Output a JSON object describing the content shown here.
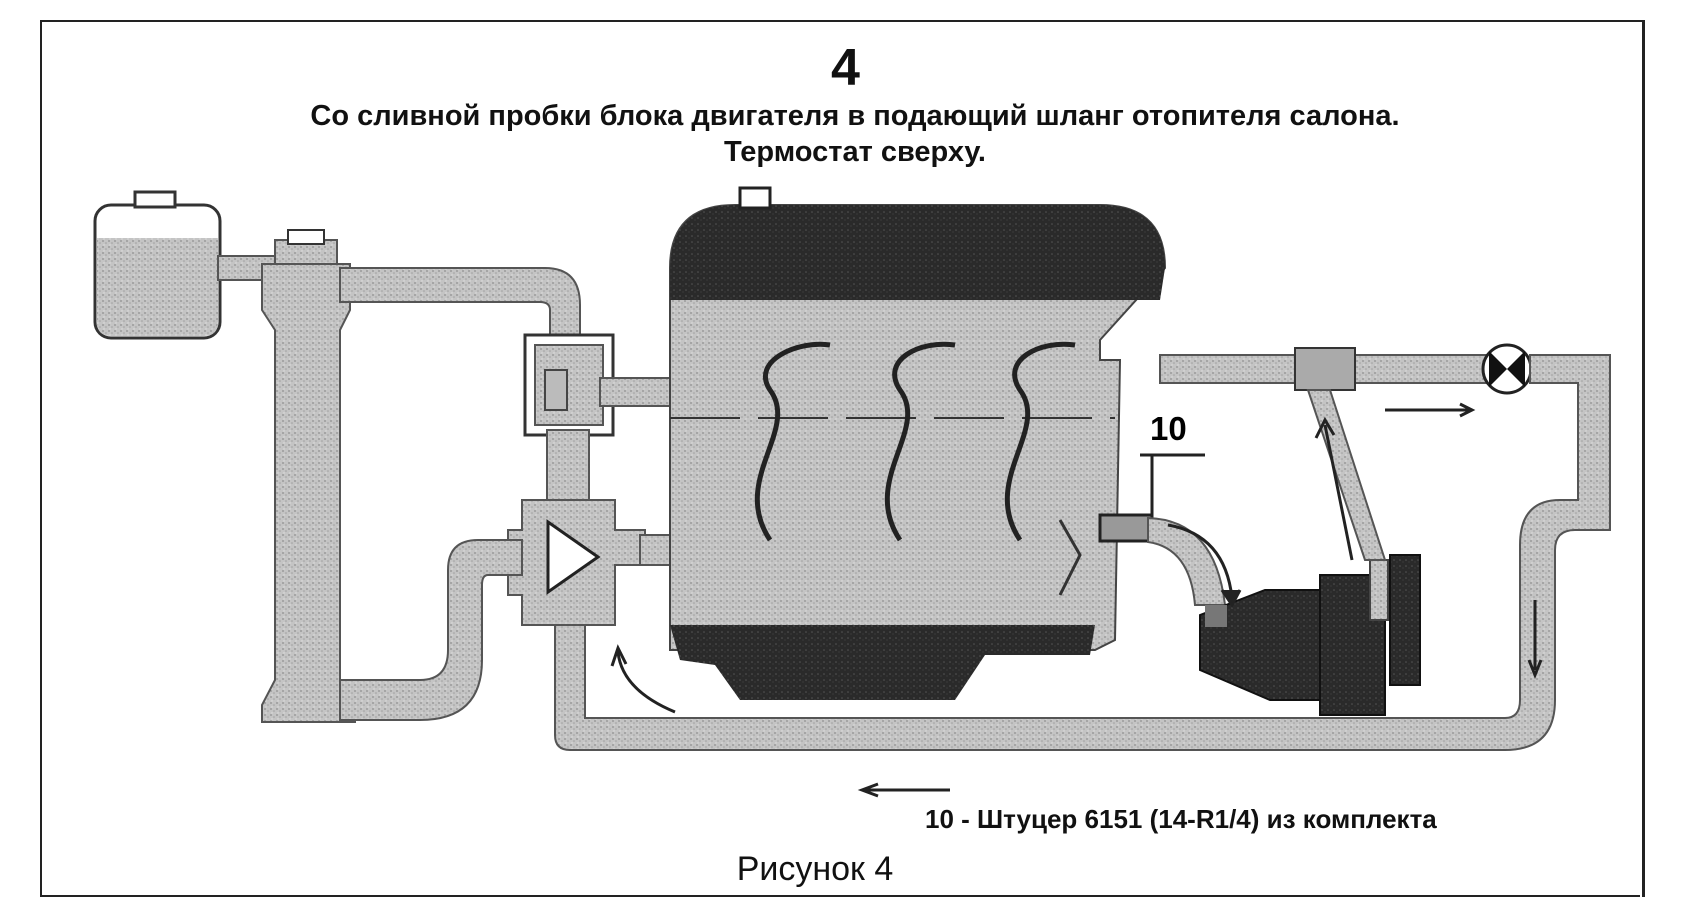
{
  "figure_number": "4",
  "title_line1": "Со сливной пробки блока двигателя в подающий шланг отопителя салона.",
  "title_line2": "Термостат сверху.",
  "callout_label": "10",
  "legend": "10 - Штуцер 6151 (14-R1/4) из комплекта",
  "caption": "Рисунок 4"
}
